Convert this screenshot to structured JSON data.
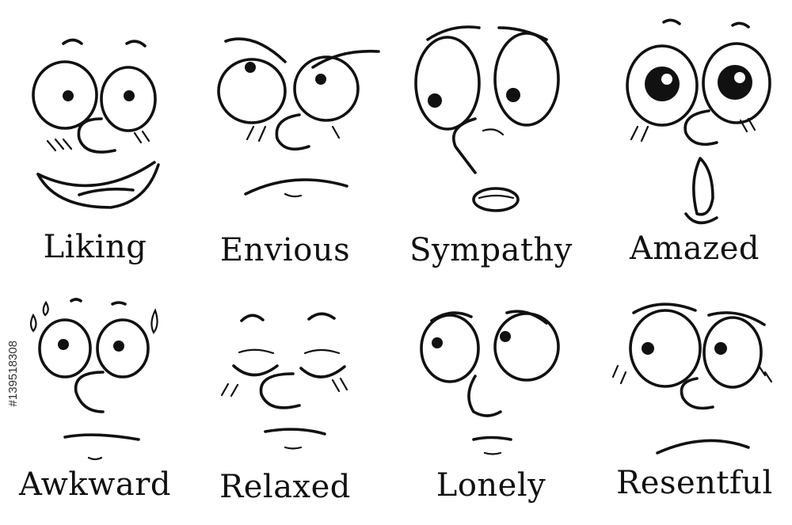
{
  "labels": {
    "liking": "Liking",
    "envious": "Envious",
    "sympathy": "Sympathy",
    "amazed": "Amazed",
    "awkward": "Awkward",
    "relaxed": "Relaxed",
    "lonely": "Lonely",
    "resentful": "Resentful"
  },
  "side_id": "#139518308",
  "colors": {
    "ink": "#111111",
    "background": "#ffffff"
  }
}
